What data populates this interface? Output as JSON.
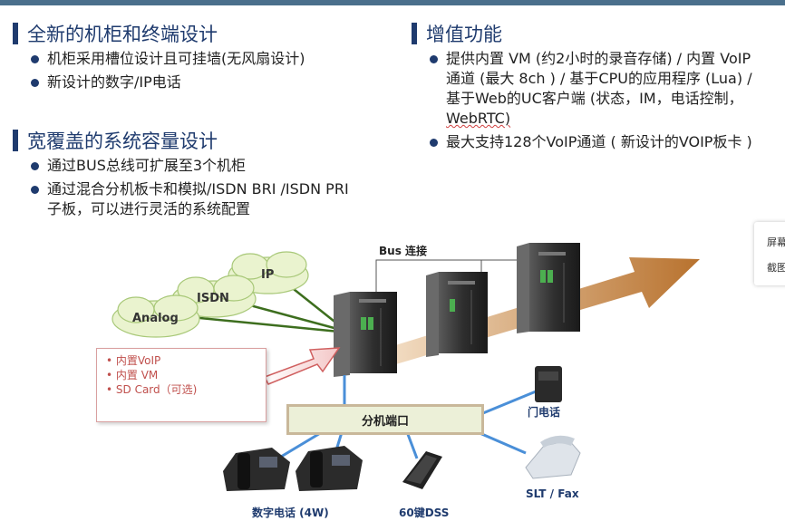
{
  "left": {
    "heading1": "全新的机柜和终端设计",
    "bullets1": [
      "机柜采用槽位设计且可挂墙(无风扇设计)",
      "新设计的数字/IP电话"
    ],
    "heading2": "宽覆盖的系统容量设计",
    "bullets2": [
      "通过BUS总线可扩展至3个机柜",
      "通过混合分机板卡和模拟/ISDN BRI /ISDN PRI",
      "子板，可以进行灵活的系统配置"
    ]
  },
  "right": {
    "heading": "增值功能",
    "bullet1_lines": [
      "提供内置 VM (约2小时的录音存储) / 内置 VoIP",
      "通道 (最大 8ch ) / 基于CPU的应用程序 (Lua) /",
      "基于Web的UC客户端 (状态，IM，电话控制，",
      "WebRTC)"
    ],
    "bullet2": "最大支持128个VoIP通道 ( 新设计的VOIP板卡 )"
  },
  "side_popup": {
    "item1": "屏幕",
    "item2": "截图"
  },
  "diagram": {
    "clouds": {
      "ip": "IP",
      "isdn": "ISDN",
      "analog": "Analog"
    },
    "bus_label": "Bus 连接",
    "features": [
      "• 内置VoIP",
      "• 内置 VM",
      "• SD Card（可选)"
    ],
    "sd_label": "SD",
    "ext_port": "分机端口",
    "door_phone": "门电话",
    "slt_fax": "SLT / Fax",
    "digital_phone": "数字电话 (4W)",
    "dss": "60键DSS"
  },
  "colors": {
    "accent": "#1f3b6e",
    "topbar": "#4a6f8c",
    "feature_red": "#c0504d",
    "line_blue": "#4a8fd8",
    "line_green": "#3d6e1e"
  }
}
